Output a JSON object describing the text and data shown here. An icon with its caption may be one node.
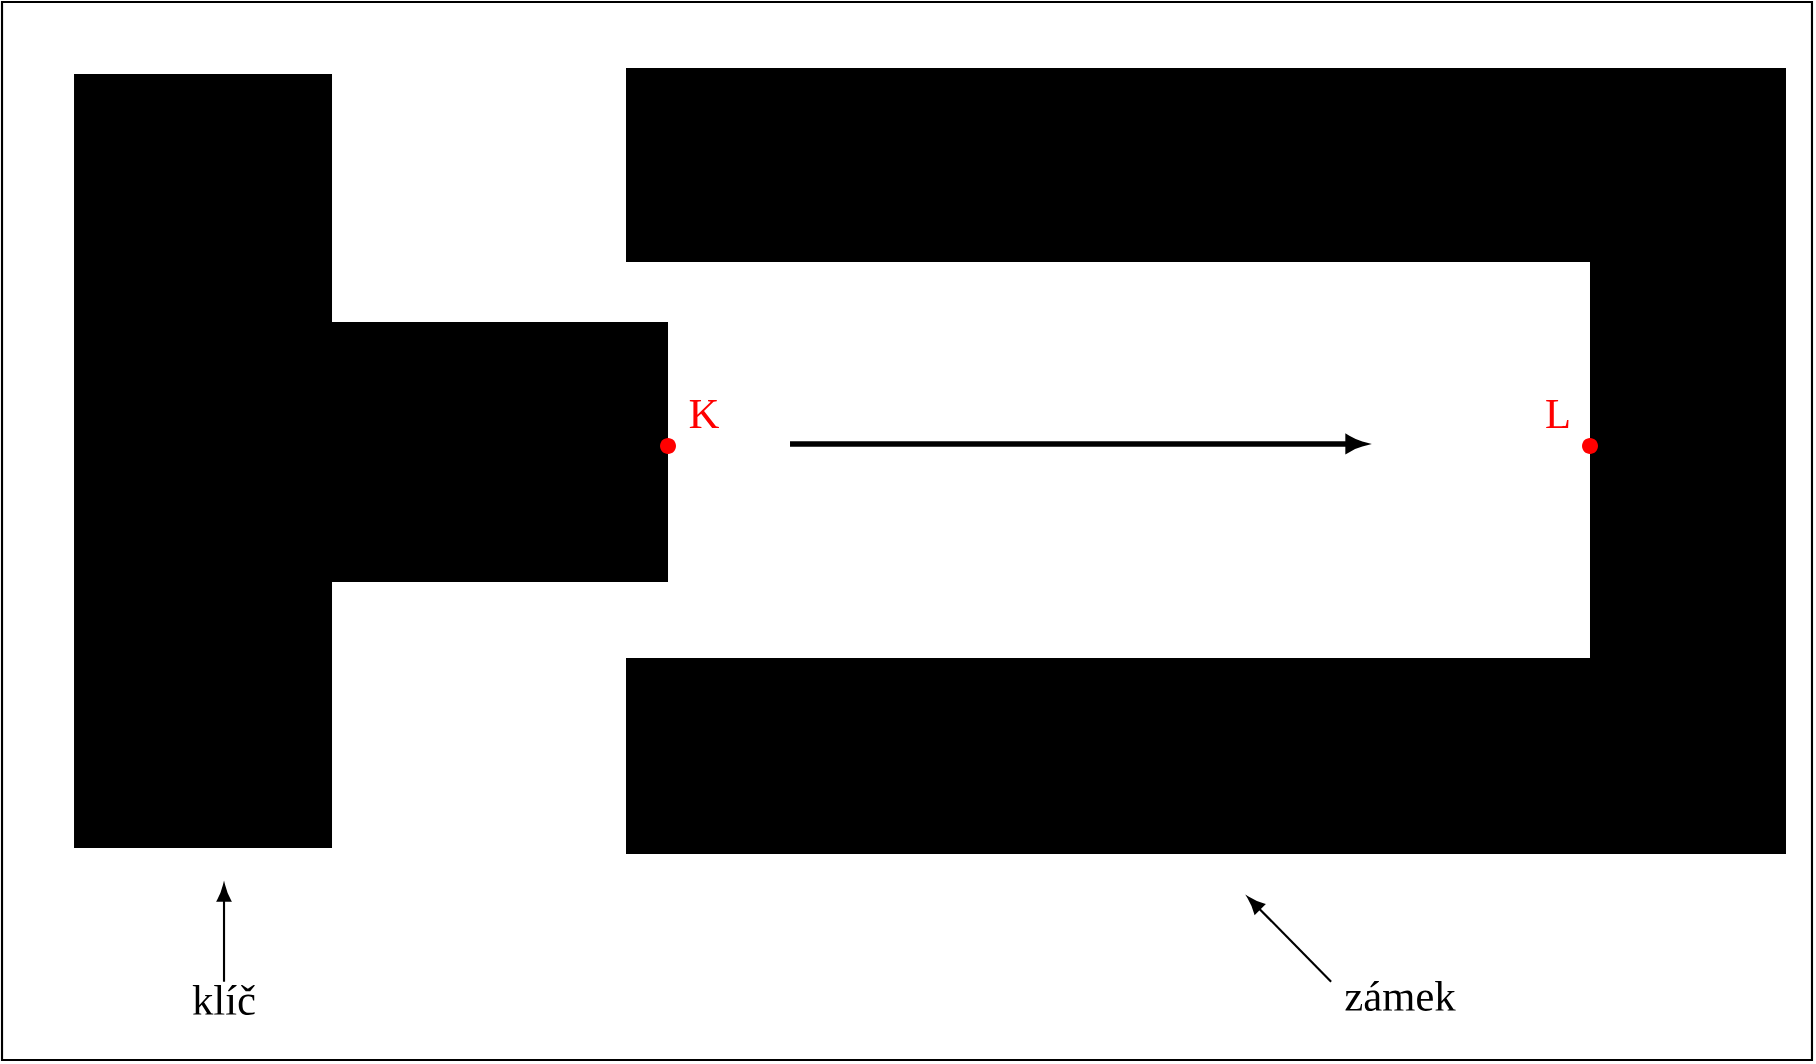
{
  "diagram": {
    "nodes": [
      {
        "text": [],
        "shape": "box"
      },
      {
        "text": [],
        "shape": "box"
      },
      {
        "text": [
          "klíč"
        ]
      },
      {
        "text": [
          "zámek"
        ]
      }
    ],
    "edges": [
      {
        "from": 2,
        "to": 0,
        "arrow": "to"
      },
      {
        "from": 3,
        "to": 1,
        "arrow": "to"
      }
    ],
    "labels": [
      "K",
      "L"
    ]
  }
}
